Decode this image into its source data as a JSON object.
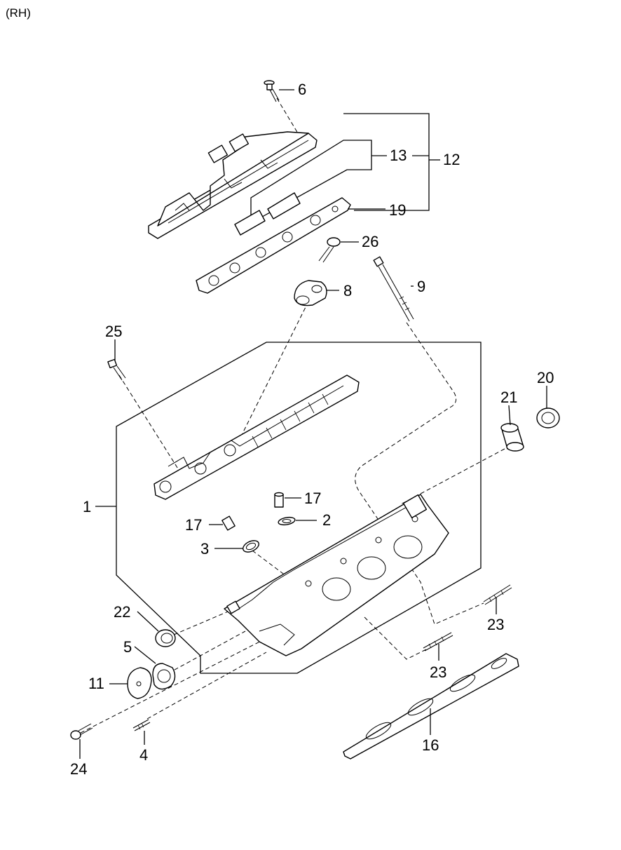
{
  "title": "(RH)",
  "labels": {
    "p1": "1",
    "p2": "2",
    "p3": "3",
    "p4": "4",
    "p5": "5",
    "p6": "6",
    "p8": "8",
    "p9": "9",
    "p11": "11",
    "p12": "12",
    "p13": "13",
    "p16": "16",
    "p17a": "17",
    "p17b": "17",
    "p19": "19",
    "p20": "20",
    "p21": "21",
    "p22": "22",
    "p23a": "23",
    "p23b": "23",
    "p24": "24",
    "p25": "25",
    "p26": "26"
  }
}
